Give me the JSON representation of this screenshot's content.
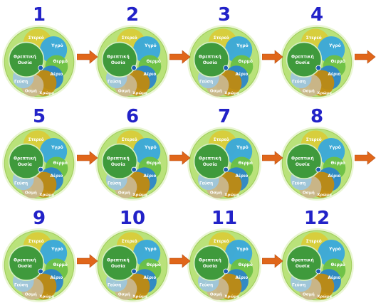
{
  "steps": [
    "1",
    "2",
    "3",
    "4",
    "5",
    "6",
    "7",
    "8",
    "9",
    "10",
    "11",
    "12"
  ],
  "wheel_labels": {
    "solid": "Στερεό",
    "liquid": "Υγρό",
    "hot": "Θερμό",
    "gas": "Αέριο",
    "substance_l1": "Θρεπτική",
    "substance_l2": "Ουσία",
    "taste": "Γεύση",
    "smell": "Οσμή",
    "color": "Χρώμα"
  },
  "colors": {
    "number": "#2222c8",
    "arrow": "#e0661a",
    "ring": "#b9e27a",
    "solid": "#d8cc3a",
    "liquid": "#38a8dc",
    "hot": "#6cc045",
    "gas": "#2b86c8",
    "substance": "#3f9a3c",
    "taste": "#9ec6dc",
    "smell": "#c9b78d",
    "color": "#c08a10"
  }
}
